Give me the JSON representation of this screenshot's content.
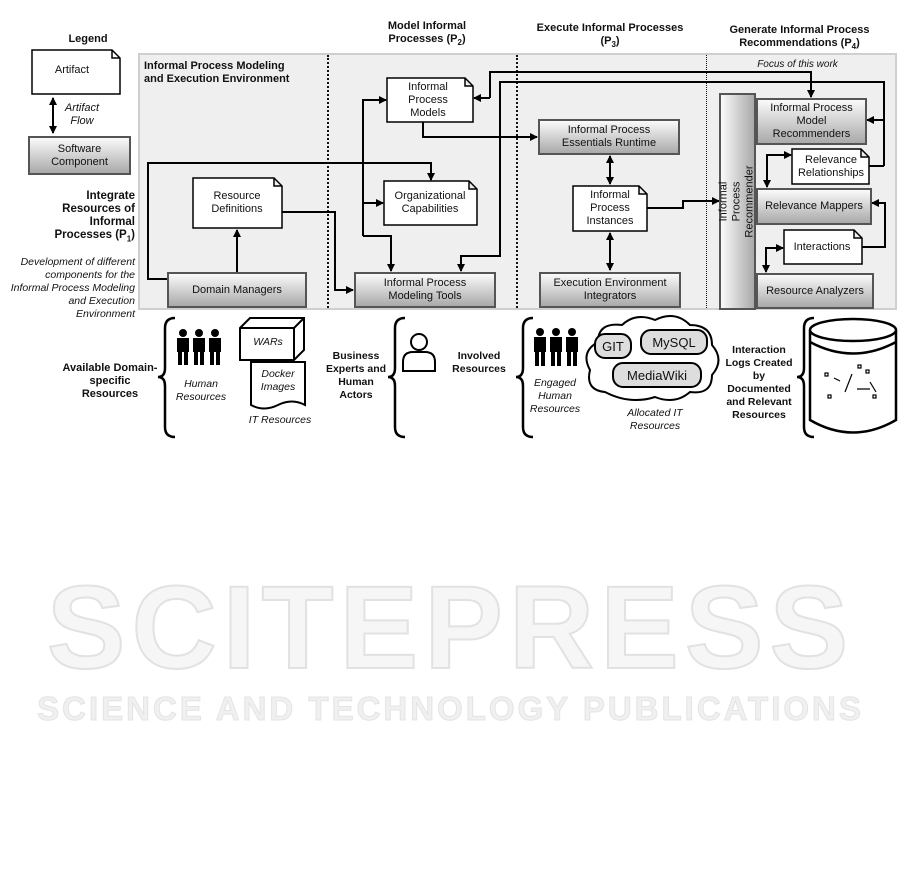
{
  "legend": {
    "title": "Legend",
    "artifact": "Artifact",
    "flow": "Artifact\nFlow",
    "component": "Software Component"
  },
  "phases": {
    "p1": {
      "title": "Integrate Resources of Informal Processes (P",
      "sub": "1",
      "close": ")",
      "desc": "Development of different components for the Informal Process Modeling and Execution Environment"
    },
    "p2": {
      "title": "Model Informal Processes (P",
      "sub": "2",
      "close": ")"
    },
    "p3": {
      "title": "Execute Informal Processes",
      "title2": "(P",
      "sub": "3",
      "close": ")"
    },
    "p4": {
      "title": "Generate Informal Process Recommendations (P",
      "sub": "4",
      "close": ")"
    }
  },
  "panel": {
    "title": "Informal Process Modeling and Execution Environment",
    "focus": "Focus of this work"
  },
  "artifacts": {
    "resource_definitions": "Resource Definitions",
    "process_models": "Informal Process Models",
    "org_capabilities": "Organizational Capabilities",
    "process_instances": "Informal Process Instances",
    "relevance_relationships": "Relevance Relationships",
    "interactions": "Interactions"
  },
  "components": {
    "domain_managers": "Domain Managers",
    "modeling_tools": "Informal Process Modeling Tools",
    "essentials_runtime": "Informal Process Essentials Runtime",
    "env_integrators": "Execution Environment Integrators",
    "recommender": "Informal Process Recommender",
    "model_recommenders": "Informal Process Model Recommenders",
    "relevance_mappers": "Relevance Mappers",
    "resource_analyzers": "Resource Analyzers"
  },
  "resources": {
    "available": "Available Domain-specific Resources",
    "human": "Human Resources",
    "wars": "WARs",
    "docker": "Docker Images",
    "it": "IT Resources",
    "business": "Business Experts and Human Actors",
    "involved": "Involved Resources",
    "engaged": "Engaged Human Resources",
    "git": "GIT",
    "mysql": "MySQL",
    "mediawiki": "MediaWiki",
    "allocated": "Allocated IT Resources",
    "logs": "Interaction Logs Created by Documented and Relevant Resources"
  },
  "watermark": {
    "main": "SCITEPRESS",
    "sub": "SCIENCE AND TECHNOLOGY PUBLICATIONS"
  }
}
